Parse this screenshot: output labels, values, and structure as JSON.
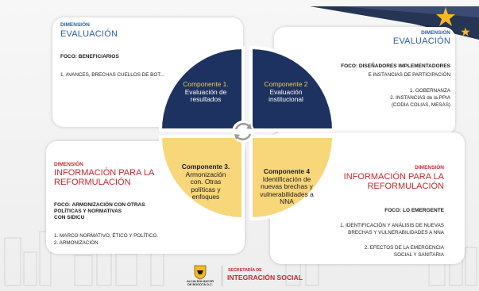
{
  "cards": {
    "top_left": {
      "dimension": "DIMENSIÓN",
      "title": "EVALUACIÓN",
      "focus": "FOCO: BENEFICIARIOS",
      "items": [
        "1. AVANCES, BRECHAS CUELLOS DE BOT..."
      ]
    },
    "top_right": {
      "dimension": "DIMENSIÓN",
      "title": "EVALUACIÓN",
      "focus": "FOCO: DISEÑADORES IMPLEMENTADORES",
      "focus_line2": "E INSTANCIAS DE PARTICIPACIÓN",
      "items": [
        "1. GOBERNANZA",
        "2. INSTANCIAS de la PPIA",
        "(CODIA COLIAS, MESAS)"
      ]
    },
    "bottom_left": {
      "dimension": "DIMENSIÓN",
      "title_line1": "INFORMACIÓN PARA LA",
      "title_line2": "REFORMULACIÓN",
      "focus_lines": [
        "FOCO: ARMONIZACIÓN  CON OTRAS",
        "POLÍTICAS Y NORMATIVAS",
        "CON SIDICU"
      ],
      "items": [
        "1. MARCO NORMATIVO, ÉTICO Y POLÍTICO.",
        "2. ARMONIZACIÓN"
      ]
    },
    "bottom_right": {
      "dimension": "DIMENSIÓN",
      "title_line1": "INFORMACIÓN PARA LA",
      "title_line2": "REFORMULACIÓN",
      "focus": "FOCO: LO EMERGENTE",
      "items": [
        "1. IDENTIFICACIÓN Y ANÁLISIS DE NUEVAS",
        "BRECHAS Y VULNERABILIDADES A NNA",
        "2. EFECTOS DE LA EMERGENCIA",
        "SOCIAL Y SANITARIA"
      ]
    }
  },
  "components": [
    {
      "lines": [
        "Componente 1.",
        "Evaluación de",
        "resultados"
      ],
      "fill": "#1d3260",
      "text_color": "#ffffff",
      "title_color": "#f2c94c"
    },
    {
      "lines": [
        "Componente 2",
        "Evaluación",
        "institucional"
      ],
      "fill": "#1d3260",
      "text_color": "#ffffff",
      "title_color": "#f2c94c"
    },
    {
      "lines": [
        "Componente 3.",
        "Armonización",
        "con. Otras",
        "políticas y",
        "enfoques"
      ],
      "fill": "#f8d67a",
      "text_color": "#1a1a1a",
      "title_color": "#1a1a1a"
    },
    {
      "lines": [
        "Componente 4",
        "Identificación de",
        "nuevas brechas y",
        "vulnerabilidades a",
        "NNA"
      ],
      "fill": "#f8d67a",
      "text_color": "#1a1a1a",
      "title_color": "#1a1a1a"
    }
  ],
  "footer": {
    "mayor_line1": "ALCALDÍA MAYOR",
    "mayor_line2": "DE BOGOTÁ D.C.",
    "secretaria": "SECRETARÍA DE",
    "integracion": "INTEGRACIÓN SOCIAL"
  },
  "colors": {
    "navy": "#1d3260",
    "yellow": "#f8d67a",
    "blue_title": "#2b5ca8",
    "red_title": "#c8282d",
    "accent_gold": "#f5b921"
  },
  "icons": [
    "cycle-arrows-icon",
    "star-icon",
    "bogota-crest-icon"
  ]
}
